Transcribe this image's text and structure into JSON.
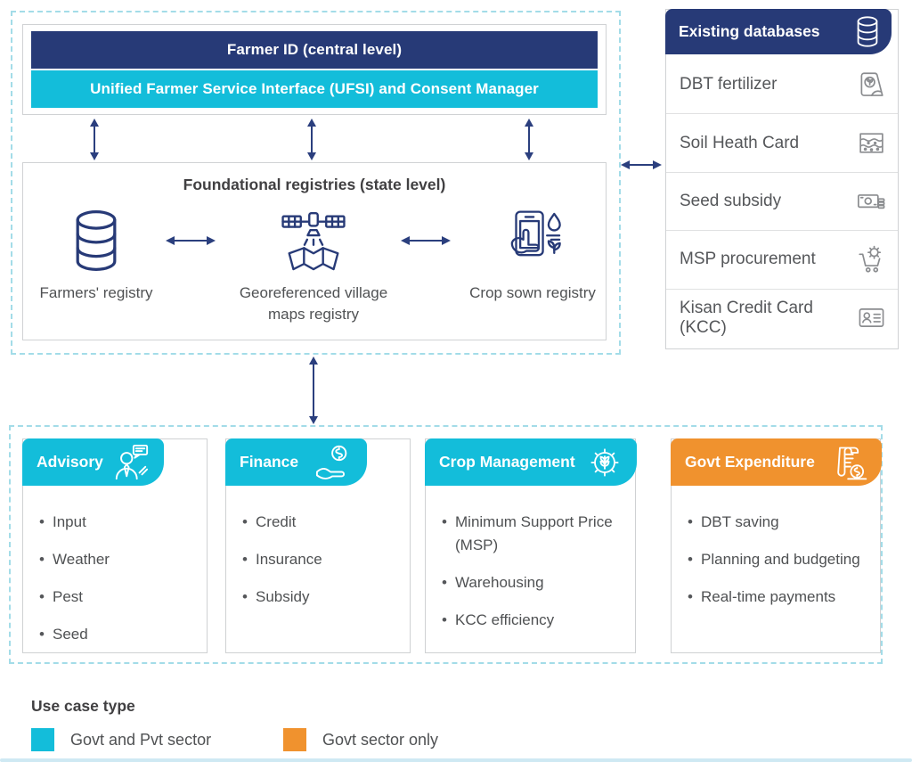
{
  "colors": {
    "navy": "#273a77",
    "cyan": "#13bdda",
    "orange": "#f0922e",
    "arrow": "#2b3f7e",
    "dashed_border": "#a3dce8",
    "panel_border": "#d0d2d4",
    "title_text": "#414042",
    "body_text": "#55575a"
  },
  "central": {
    "farmer_id": "Farmer ID (central level)",
    "ufsi": "Unified Farmer Service Interface (UFSI) and Consent Manager"
  },
  "registries": {
    "title": "Foundational registries (state level)",
    "items": [
      {
        "label": "Farmers' registry",
        "icon": "database-icon"
      },
      {
        "label": "Georeferenced village maps registry",
        "icon": "satellite-map-icon"
      },
      {
        "label": "Crop sown registry",
        "icon": "phone-crop-icon"
      }
    ]
  },
  "existing_databases": {
    "title": "Existing databases",
    "icon": "database-icon",
    "items": [
      {
        "label": "DBT fertilizer",
        "icon": "fertilizer-bag-icon"
      },
      {
        "label": "Soil Heath Card",
        "icon": "soil-sample-icon"
      },
      {
        "label": "Seed subsidy",
        "icon": "cash-coins-icon"
      },
      {
        "label": "MSP procurement",
        "icon": "cart-gear-icon"
      },
      {
        "label": "Kisan Credit Card (KCC)",
        "icon": "id-card-icon"
      }
    ]
  },
  "use_cases": [
    {
      "title": "Advisory",
      "icon": "advisor-icon",
      "sector": "Govt and Pvt sector",
      "items": [
        "Input",
        "Weather",
        "Pest",
        "Seed"
      ]
    },
    {
      "title": "Finance",
      "icon": "hand-coin-icon",
      "sector": "Govt and Pvt sector",
      "items": [
        "Credit",
        "Insurance",
        "Subsidy"
      ]
    },
    {
      "title": "Crop Management",
      "icon": "gear-wheat-icon",
      "sector": "Govt and Pvt sector",
      "items": [
        "Minimum Support Price (MSP)",
        "Warehousing",
        "KCC efficiency"
      ]
    },
    {
      "title": "Govt Expenditure",
      "icon": "receipt-coin-icon",
      "sector": "Govt sector only",
      "items": [
        "DBT saving",
        "Planning and budgeting",
        "Real-time payments"
      ]
    }
  ],
  "legend": {
    "title": "Use case type",
    "entries": [
      {
        "label": "Govt and Pvt sector",
        "color": "#13bdda"
      },
      {
        "label": "Govt sector only",
        "color": "#f0922e"
      }
    ]
  }
}
